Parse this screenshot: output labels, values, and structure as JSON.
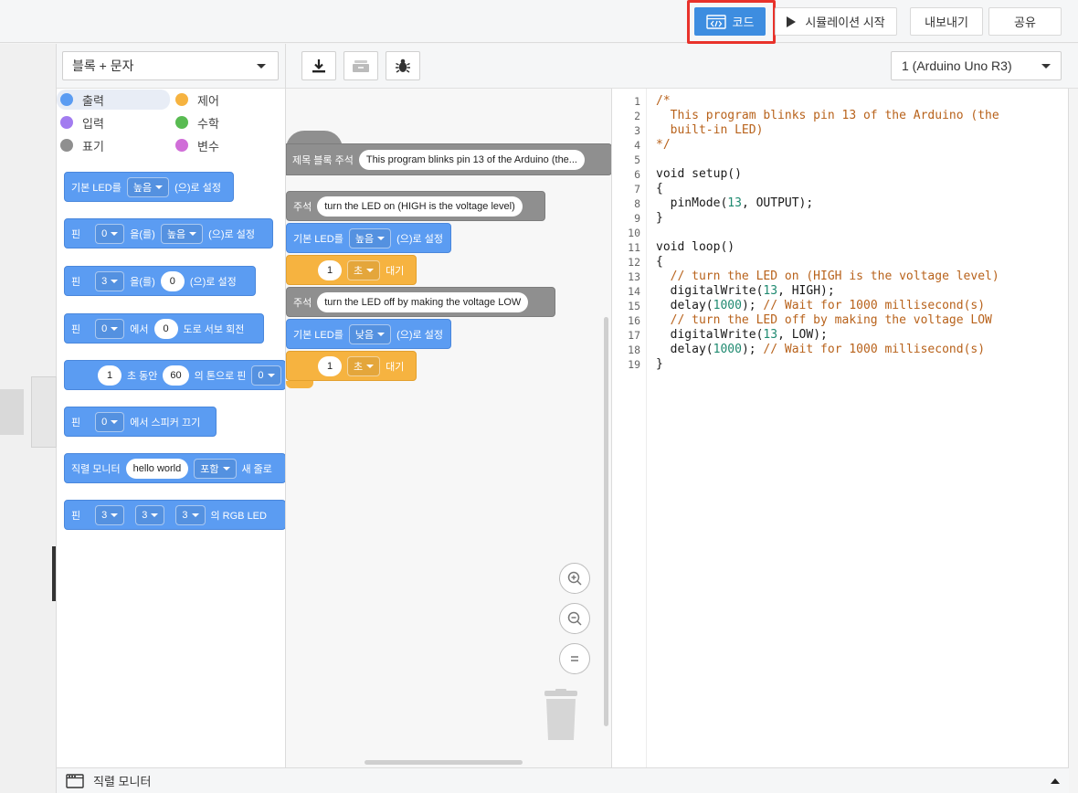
{
  "topbar": {
    "code_label": "코드",
    "simulate_label": "시뮬레이션 시작",
    "export_label": "내보내기",
    "share_label": "공유"
  },
  "palette": {
    "mode_label": "블록 + 문자",
    "categories": [
      {
        "label": "출력",
        "color": "#5b9cf2"
      },
      {
        "label": "제어",
        "color": "#f6b340"
      },
      {
        "label": "입력",
        "color": "#a27cf0"
      },
      {
        "label": "수학",
        "color": "#59bb52"
      },
      {
        "label": "표기",
        "color": "#8f8f8f"
      },
      {
        "label": "변수",
        "color": "#d06ed8"
      }
    ],
    "blocks": {
      "b1": {
        "t1": "기본 LED를",
        "dd": "높음",
        "t2": "(으)로 설정"
      },
      "b2": {
        "t1": "핀",
        "dd1": "0",
        "t2": "을(를)",
        "dd2": "높음",
        "t3": "(으)로 설정"
      },
      "b3": {
        "t1": "핀",
        "dd1": "3",
        "t2": "을(를)",
        "n": "0",
        "t3": "(으)로 설정"
      },
      "b4": {
        "t1": "핀",
        "dd1": "0",
        "t2": "에서",
        "n": "0",
        "t3": "도로 서보 회전"
      },
      "b5": {
        "n1": "1",
        "t1": "초 동안",
        "n2": "60",
        "t2": "의 톤으로 핀",
        "dd": "0"
      },
      "b6": {
        "t1": "핀",
        "dd": "0",
        "t2": "에서 스피커 끄기"
      },
      "b7": {
        "t1": "직렬 모니터",
        "p": "hello world",
        "dd": "포함",
        "t2": "새 줄로"
      },
      "b8": {
        "t1": "핀",
        "dd1": "3",
        "dd2": "3",
        "dd3": "3",
        "t2": "의 RGB LED"
      }
    }
  },
  "workspace": {
    "title_block": {
      "label": "제목 블록 주석",
      "text": "This program blinks pin 13 of the Arduino (the..."
    },
    "c1": {
      "label": "주석",
      "text": "turn the LED on (HIGH is the voltage level)"
    },
    "led1": {
      "t1": "기본 LED를",
      "dd": "높음",
      "t2": "(으)로 설정"
    },
    "wait1": {
      "n": "1",
      "dd": "초",
      "t": "대기"
    },
    "c2": {
      "label": "주석",
      "text": "turn the LED off by making the voltage LOW"
    },
    "led2": {
      "t1": "기본 LED를",
      "dd": "낮음",
      "t2": "(으)로 설정"
    },
    "wait2": {
      "n": "1",
      "dd": "초",
      "t": "대기"
    }
  },
  "code": {
    "board_label": "1 (Arduino Uno R3)",
    "lines": [
      {
        "n": "1",
        "parts": [
          {
            "c": "cm",
            "t": "/*"
          }
        ]
      },
      {
        "n": "2",
        "parts": [
          {
            "c": "cm",
            "t": "  This program blinks pin 13 of the Arduino (the"
          }
        ]
      },
      {
        "n": "3",
        "parts": [
          {
            "c": "cm",
            "t": "  built-in LED)"
          }
        ]
      },
      {
        "n": "4",
        "parts": [
          {
            "c": "cm",
            "t": "*/"
          }
        ]
      },
      {
        "n": "5",
        "parts": []
      },
      {
        "n": "6",
        "parts": [
          {
            "c": "",
            "t": "void setup()"
          }
        ]
      },
      {
        "n": "7",
        "parts": [
          {
            "c": "",
            "t": "{"
          }
        ]
      },
      {
        "n": "8",
        "parts": [
          {
            "c": "",
            "t": "  pinMode("
          },
          {
            "c": "nm",
            "t": "13"
          },
          {
            "c": "",
            "t": ", OUTPUT);"
          }
        ]
      },
      {
        "n": "9",
        "parts": [
          {
            "c": "",
            "t": "}"
          }
        ]
      },
      {
        "n": "10",
        "parts": []
      },
      {
        "n": "11",
        "parts": [
          {
            "c": "",
            "t": "void loop()"
          }
        ]
      },
      {
        "n": "12",
        "parts": [
          {
            "c": "",
            "t": "{"
          }
        ]
      },
      {
        "n": "13",
        "parts": [
          {
            "c": "cm",
            "t": "  // turn the LED on (HIGH is the voltage level)"
          }
        ]
      },
      {
        "n": "14",
        "parts": [
          {
            "c": "",
            "t": "  digitalWrite("
          },
          {
            "c": "nm",
            "t": "13"
          },
          {
            "c": "",
            "t": ", HIGH);"
          }
        ]
      },
      {
        "n": "15",
        "parts": [
          {
            "c": "",
            "t": "  delay("
          },
          {
            "c": "nm",
            "t": "1000"
          },
          {
            "c": "",
            "t": "); "
          },
          {
            "c": "cm",
            "t": "// Wait for 1000 millisecond(s)"
          }
        ]
      },
      {
        "n": "16",
        "parts": [
          {
            "c": "cm",
            "t": "  // turn the LED off by making the voltage LOW"
          }
        ]
      },
      {
        "n": "17",
        "parts": [
          {
            "c": "",
            "t": "  digitalWrite("
          },
          {
            "c": "nm",
            "t": "13"
          },
          {
            "c": "",
            "t": ", LOW);"
          }
        ]
      },
      {
        "n": "18",
        "parts": [
          {
            "c": "",
            "t": "  delay("
          },
          {
            "c": "nm",
            "t": "1000"
          },
          {
            "c": "",
            "t": "); "
          },
          {
            "c": "cm",
            "t": "// Wait for 1000 millisecond(s)"
          }
        ]
      },
      {
        "n": "19",
        "parts": [
          {
            "c": "",
            "t": "}"
          }
        ]
      }
    ]
  },
  "bottom": {
    "serial_label": "직렬 모니터"
  }
}
